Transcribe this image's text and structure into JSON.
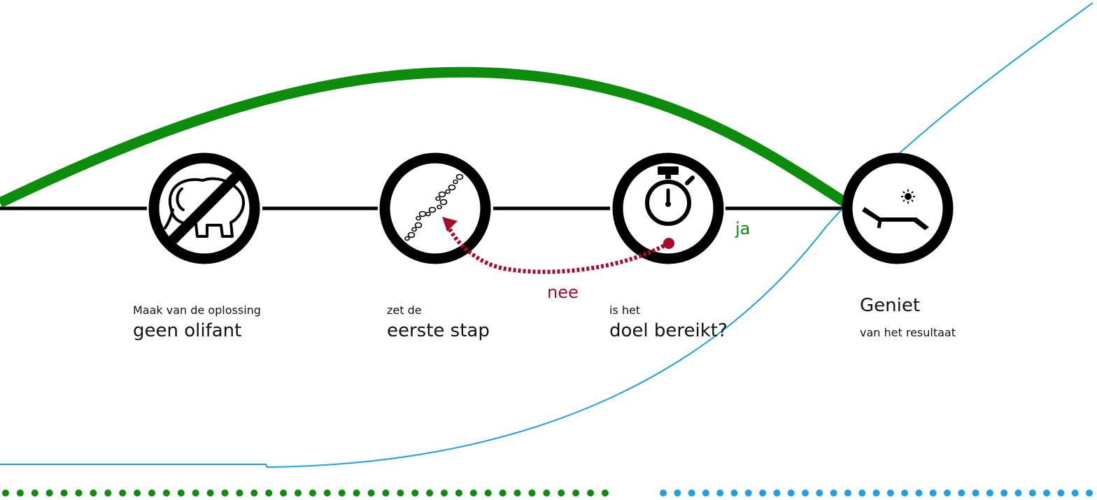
{
  "colors": {
    "green": "#0b8d0b",
    "blue": "#1fa0e0",
    "red": "#a50c2e",
    "black": "#000000"
  },
  "steps": [
    {
      "icon": "no-elephant-icon",
      "small": "Maak van de oplossing",
      "big": "geen olifant"
    },
    {
      "icon": "footsteps-icon",
      "small": "zet de",
      "big": "eerste stap"
    },
    {
      "icon": "stopwatch-icon",
      "small": "is het",
      "big": "doel bereikt?"
    },
    {
      "icon": "sunbed-icon",
      "big": "Geniet",
      "small": "van het resultaat"
    }
  ],
  "loop": {
    "no": "nee",
    "yes": "ja"
  }
}
